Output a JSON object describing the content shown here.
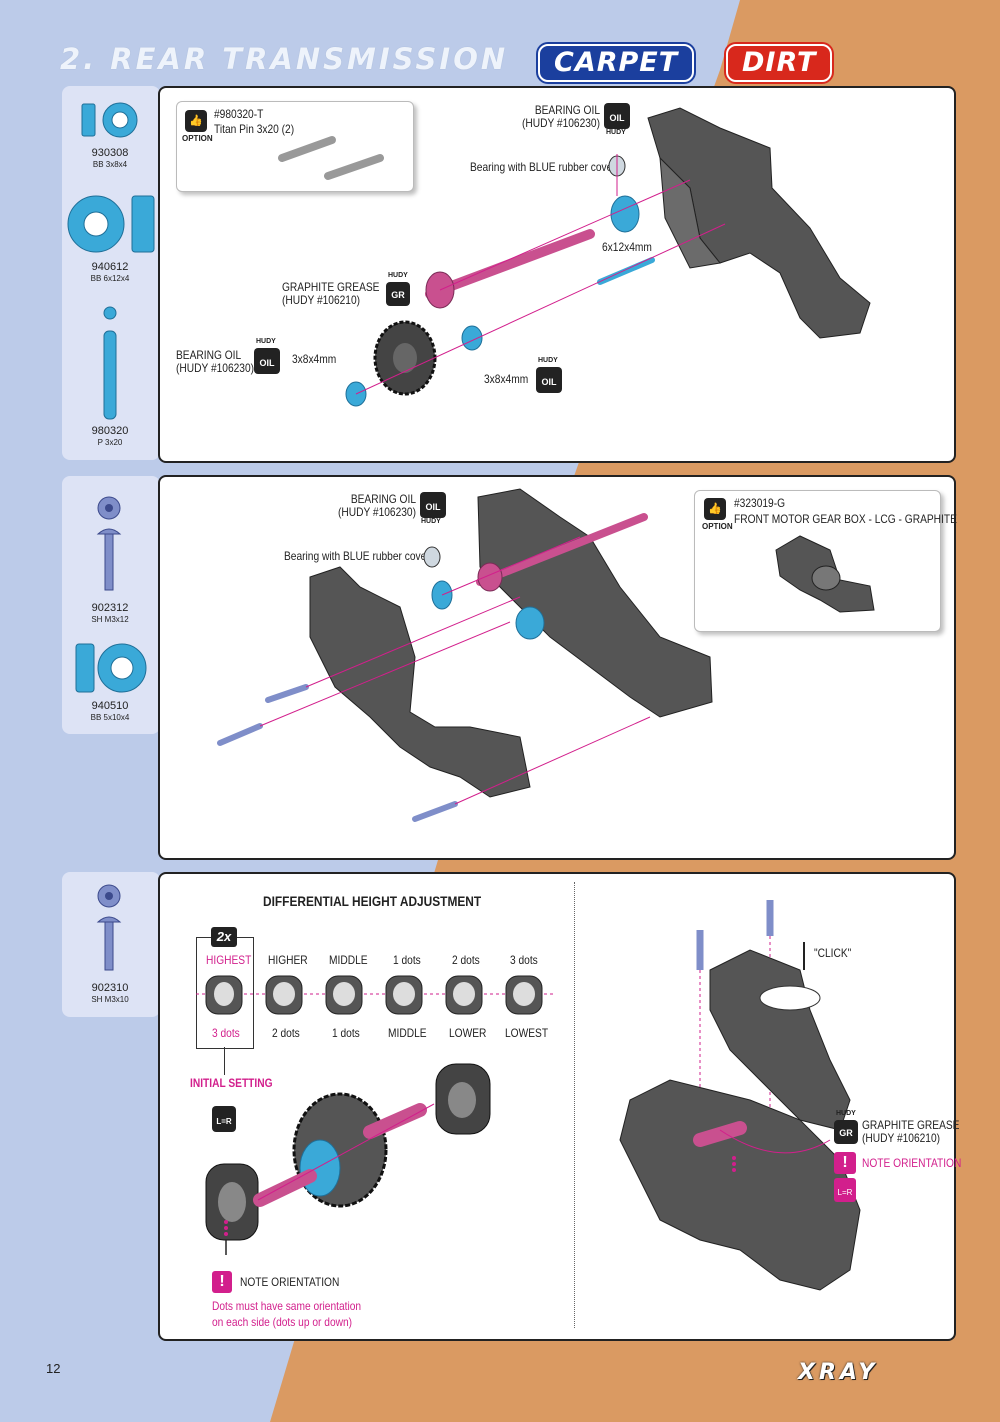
{
  "page": {
    "title": "2. REAR TRANSMISSION",
    "badge_carpet": "CARPET",
    "badge_dirt": "DIRT",
    "page_number": "12",
    "brand": "XRAY"
  },
  "colors": {
    "blue_bg": "#bccbe9",
    "orange_bg": "#da9a62",
    "accent_pink": "#d21f8c",
    "part_blue": "#3aa9d8",
    "side_panel": "#dde3f5"
  },
  "step1": {
    "parts": [
      {
        "code": "930308",
        "desc": "BB 3x8x4"
      },
      {
        "code": "940612",
        "desc": "BB 6x12x4"
      },
      {
        "code": "980320",
        "desc": "P 3x20"
      }
    ],
    "option_code": "#980320-T",
    "option_desc": "Titan Pin 3x20 (2)",
    "option_word": "OPTION",
    "bearing_oil_top": "BEARING OIL",
    "bearing_oil_top_code": "(HUDY #106230)",
    "blue_covers": "Bearing with BLUE rubber covers",
    "bearing_6x12": "6x12x4mm",
    "graphite_grease": "GRAPHITE GREASE",
    "graphite_grease_code": "(HUDY #106210)",
    "bearing_oil_left": "BEARING OIL",
    "bearing_oil_left_code": "(HUDY #106230)",
    "bearing_3x8_left": "3x8x4mm",
    "bearing_3x8_right": "3x8x4mm",
    "hudy": "HUDY",
    "oil": "OIL",
    "gr": "GR"
  },
  "step2": {
    "parts": [
      {
        "code": "902312",
        "desc": "SH M3x12"
      },
      {
        "code": "940510",
        "desc": "BB 5x10x4"
      }
    ],
    "bearing_oil": "BEARING OIL",
    "bearing_oil_code": "(HUDY #106230)",
    "blue_covers": "Bearing with BLUE rubber covers",
    "option_code": "#323019-G",
    "option_desc": "FRONT MOTOR GEAR BOX - LCG - GRAPHITE",
    "option_word": "OPTION"
  },
  "step3": {
    "parts": [
      {
        "code": "902310",
        "desc": "SH M3x10"
      }
    ],
    "heading": "DIFFERENTIAL HEIGHT ADJUSTMENT",
    "qty": "2x",
    "top_labels": [
      "HIGHEST",
      "HIGHER",
      "MIDDLE",
      "1 dots",
      "2 dots",
      "3 dots"
    ],
    "bottom_labels": [
      "3 dots",
      "2 dots",
      "1 dots",
      "MIDDLE",
      "LOWER",
      "LOWEST"
    ],
    "initial_setting": "INITIAL SETTING",
    "lr": "L=R",
    "note_orientation": "NOTE ORIENTATION",
    "dots_note_1": "Dots must have same orientation",
    "dots_note_2": "on each side (dots up or down)",
    "click": "\"CLICK\"",
    "graphite_grease": "GRAPHITE GREASE",
    "graphite_grease_code": "(HUDY #106210)",
    "note_orientation_right": "NOTE ORIENTATION"
  }
}
